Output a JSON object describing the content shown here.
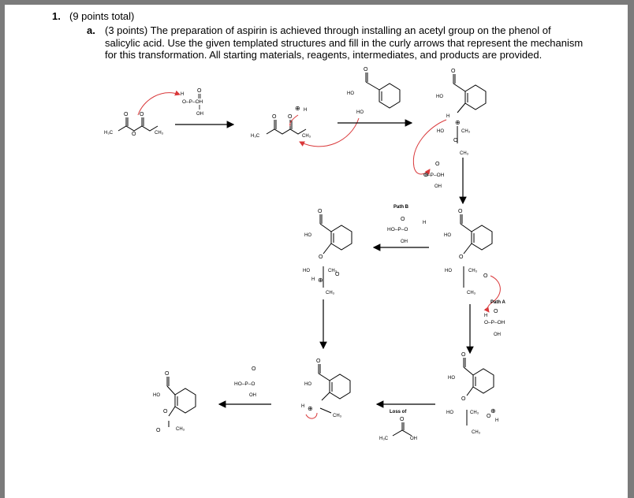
{
  "question": {
    "number": "1.",
    "title": "(9 points total)",
    "part_letter": "a.",
    "part_text": "(3 points) The preparation of aspirin is achieved through installing an acetyl group on the phenol of salicylic acid. Use the given templated structures and fill in the curly arrows that represent the mechanism for this transformation. All starting materials, reagents, intermediates, and products are provided."
  },
  "labels": {
    "path_b": "Path B",
    "path_a": "Path A",
    "loss_of": "Loss of",
    "ho": "HO",
    "oh": "OH",
    "h3c": "H₃C",
    "ch3": "CH₃",
    "o": "O",
    "p": "P",
    "h": "H",
    "o_p_oh": "O–P–OH",
    "ho_p_o": "HO–P–O",
    "plus": "⊕",
    "minus": "⊖"
  },
  "colors": {
    "ink": "#000000",
    "arrow_red": "#d9383a",
    "frame": "#7b7b7b"
  }
}
